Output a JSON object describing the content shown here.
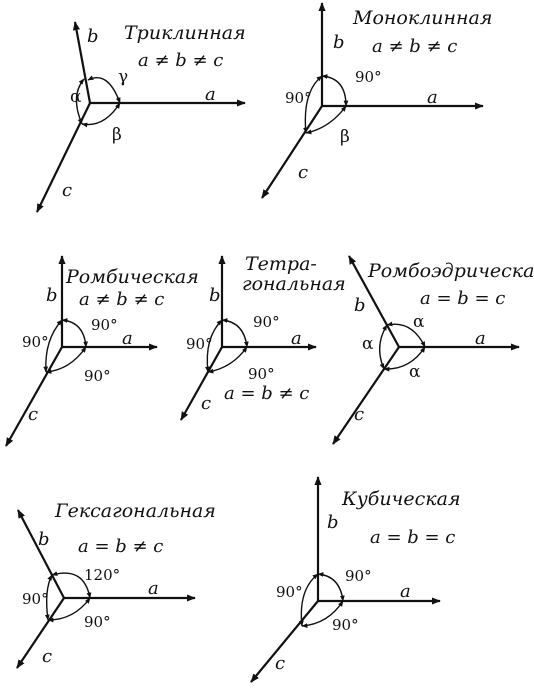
{
  "systems": [
    {
      "id": "triclinic",
      "title": [
        "Триклинная"
      ],
      "relation": "a ≠ b ≠ c",
      "axes": {
        "a": "a",
        "b": "b",
        "c": "c"
      },
      "angles": {
        "ab": "γ",
        "bc": "α",
        "ac": "β"
      }
    },
    {
      "id": "monoclinic",
      "title": [
        "Моноклинная"
      ],
      "relation": "a ≠ b ≠ c",
      "axes": {
        "a": "a",
        "b": "b",
        "c": "c"
      },
      "angles": {
        "ab": "90°",
        "bc": "90°",
        "ac": "β"
      }
    },
    {
      "id": "orthorhombic",
      "title": [
        "Ромбическая"
      ],
      "relation": "a ≠ b ≠ c",
      "axes": {
        "a": "a",
        "b": "b",
        "c": "c"
      },
      "angles": {
        "ab": "90°",
        "bc": "90°",
        "ac": "90°"
      }
    },
    {
      "id": "tetragonal",
      "title": [
        "Тетра-",
        "гональная"
      ],
      "relation": "a = b ≠ c",
      "axes": {
        "a": "a",
        "b": "b",
        "c": "c"
      },
      "angles": {
        "ab": "90°",
        "bc": "90°",
        "ac": "90°"
      }
    },
    {
      "id": "rhombohedral",
      "title": [
        "Ромбоэдрическая"
      ],
      "relation": "a = b = c",
      "axes": {
        "a": "a",
        "b": "b",
        "c": "c"
      },
      "angles": {
        "ab": "α",
        "bc": "α",
        "ac": "α"
      }
    },
    {
      "id": "hexagonal",
      "title": [
        "Гексагональная"
      ],
      "relation": "a = b ≠ c",
      "axes": {
        "a": "a",
        "b": "b",
        "c": "c"
      },
      "angles": {
        "ab": "120°",
        "bc": "90°",
        "ac": "90°"
      }
    },
    {
      "id": "cubic",
      "title": [
        "Кубическая"
      ],
      "relation": "a = b = c",
      "axes": {
        "a": "a",
        "b": "b",
        "c": "c"
      },
      "angles": {
        "ab": "90°",
        "bc": "90°",
        "ac": "90°"
      }
    }
  ]
}
